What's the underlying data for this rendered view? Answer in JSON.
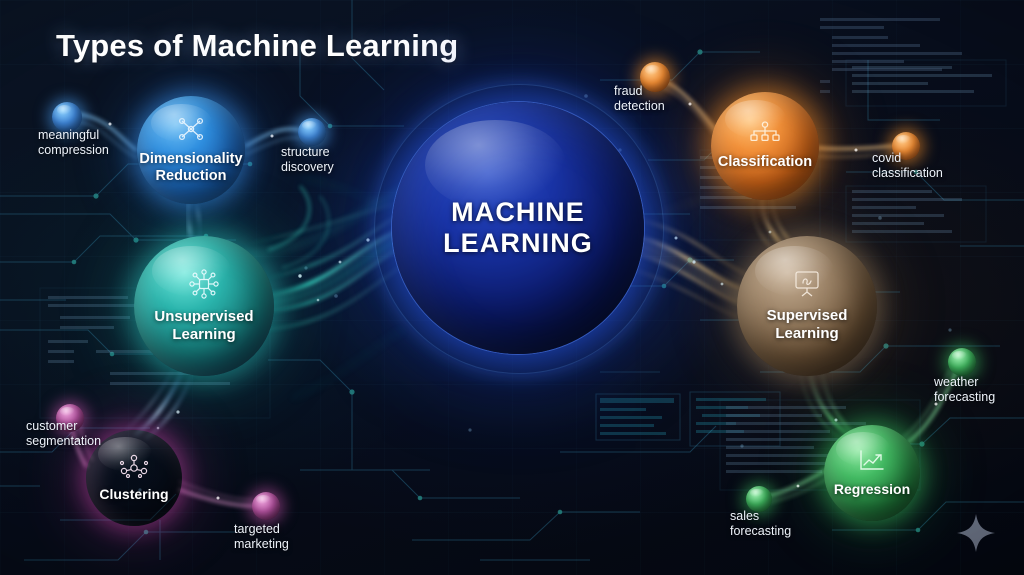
{
  "title": "Types of Machine Learning",
  "center": {
    "label": "MACHINE\nLEARNING",
    "line1": "MACHINE",
    "line2": "LEARNING",
    "color": "#1933a5"
  },
  "branches": [
    {
      "id": "dimensionality-reduction",
      "line1": "Dimensionality",
      "line2": "Reduction",
      "icon": "crossing-nodes-icon",
      "color": "#2f8fe0",
      "leaves": [
        {
          "id": "meaningful-compression",
          "line1": "meaningful",
          "line2": "compression",
          "color": "#3f86d8"
        },
        {
          "id": "structure-discovery",
          "line1": "structure",
          "line2": "discovery",
          "color": "#3f86d8"
        }
      ]
    },
    {
      "id": "unsupervised-learning",
      "line1": "Unsupervised",
      "line2": "Learning",
      "icon": "hub-network-icon",
      "color": "#2bb5ad",
      "leaves": []
    },
    {
      "id": "clustering",
      "line1": "Clustering",
      "line2": "",
      "icon": "cluster-dots-icon",
      "color": "#c25fae",
      "leaves": [
        {
          "id": "customer-segmentation",
          "line1": "customer",
          "line2": "segmentation",
          "color": "#a8459a"
        },
        {
          "id": "targeted-marketing",
          "line1": "targeted",
          "line2": "marketing",
          "color": "#a8459a"
        }
      ]
    },
    {
      "id": "classification",
      "line1": "Classification",
      "line2": "",
      "icon": "hierarchy-tree-icon",
      "color": "#f2913a",
      "leaves": [
        {
          "id": "fraud-detection",
          "line1": "fraud",
          "line2": "detection",
          "color": "#e8862c"
        },
        {
          "id": "covid-classification",
          "line1": "covid",
          "line2": "classification",
          "color": "#e8862c"
        }
      ]
    },
    {
      "id": "supervised-learning",
      "line1": "Supervised",
      "line2": "Learning",
      "icon": "presentation-board-icon",
      "color": "#9d8468",
      "leaves": []
    },
    {
      "id": "regression",
      "line1": "Regression",
      "line2": "",
      "icon": "trending-up-chart-icon",
      "color": "#43bb63",
      "leaves": [
        {
          "id": "weather-forecasting",
          "line1": "weather",
          "line2": "forecasting",
          "color": "#3fb45e"
        },
        {
          "id": "sales-forecasting",
          "line1": "sales",
          "line2": "forecasting",
          "color": "#3fb45e"
        }
      ]
    }
  ],
  "decor": {
    "sparkle": "four-point-star-icon",
    "background": "circuit-board-pattern"
  }
}
